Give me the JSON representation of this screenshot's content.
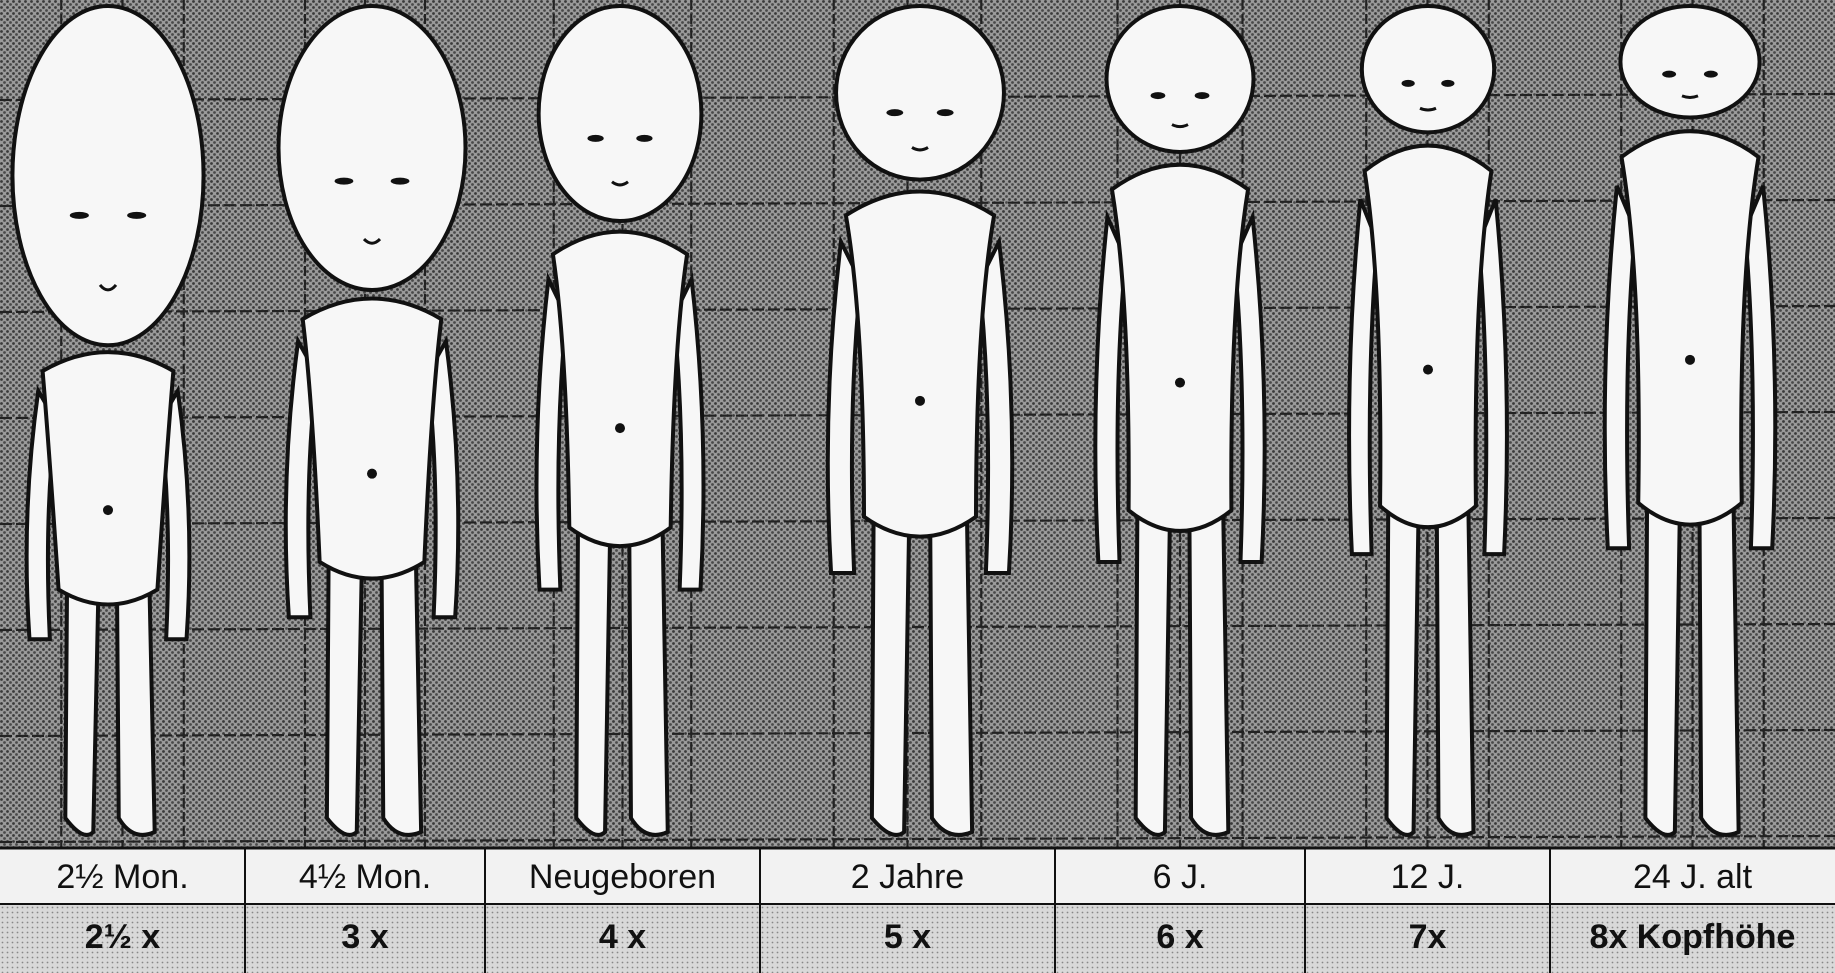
{
  "figures": [
    {
      "age_label": "2½ Mon.",
      "ratio_label": "2½ x",
      "head_fraction": 0.4
    },
    {
      "age_label": "4½ Mon.",
      "ratio_label": "3 x",
      "head_fraction": 0.3333
    },
    {
      "age_label": "Neugeboren",
      "ratio_label": "4 x",
      "head_fraction": 0.25
    },
    {
      "age_label": "2 Jahre",
      "ratio_label": "5 x",
      "head_fraction": 0.2
    },
    {
      "age_label": "6 J.",
      "ratio_label": "6 x",
      "head_fraction": 0.1667
    },
    {
      "age_label": "12 J.",
      "ratio_label": "7x",
      "head_fraction": 0.1429
    },
    {
      "age_label": "24 J. alt",
      "ratio_label": "8x Kopfhöhe",
      "head_fraction": 0.125
    }
  ],
  "colors": {
    "grid_background": "#8a8a8a",
    "grid_lines": "#222222",
    "figure_fill": "#f7f7f7",
    "figure_outline": "#111111",
    "label_row_top": "#f2f2f2",
    "label_row_bottom": "#d8d8d8"
  }
}
